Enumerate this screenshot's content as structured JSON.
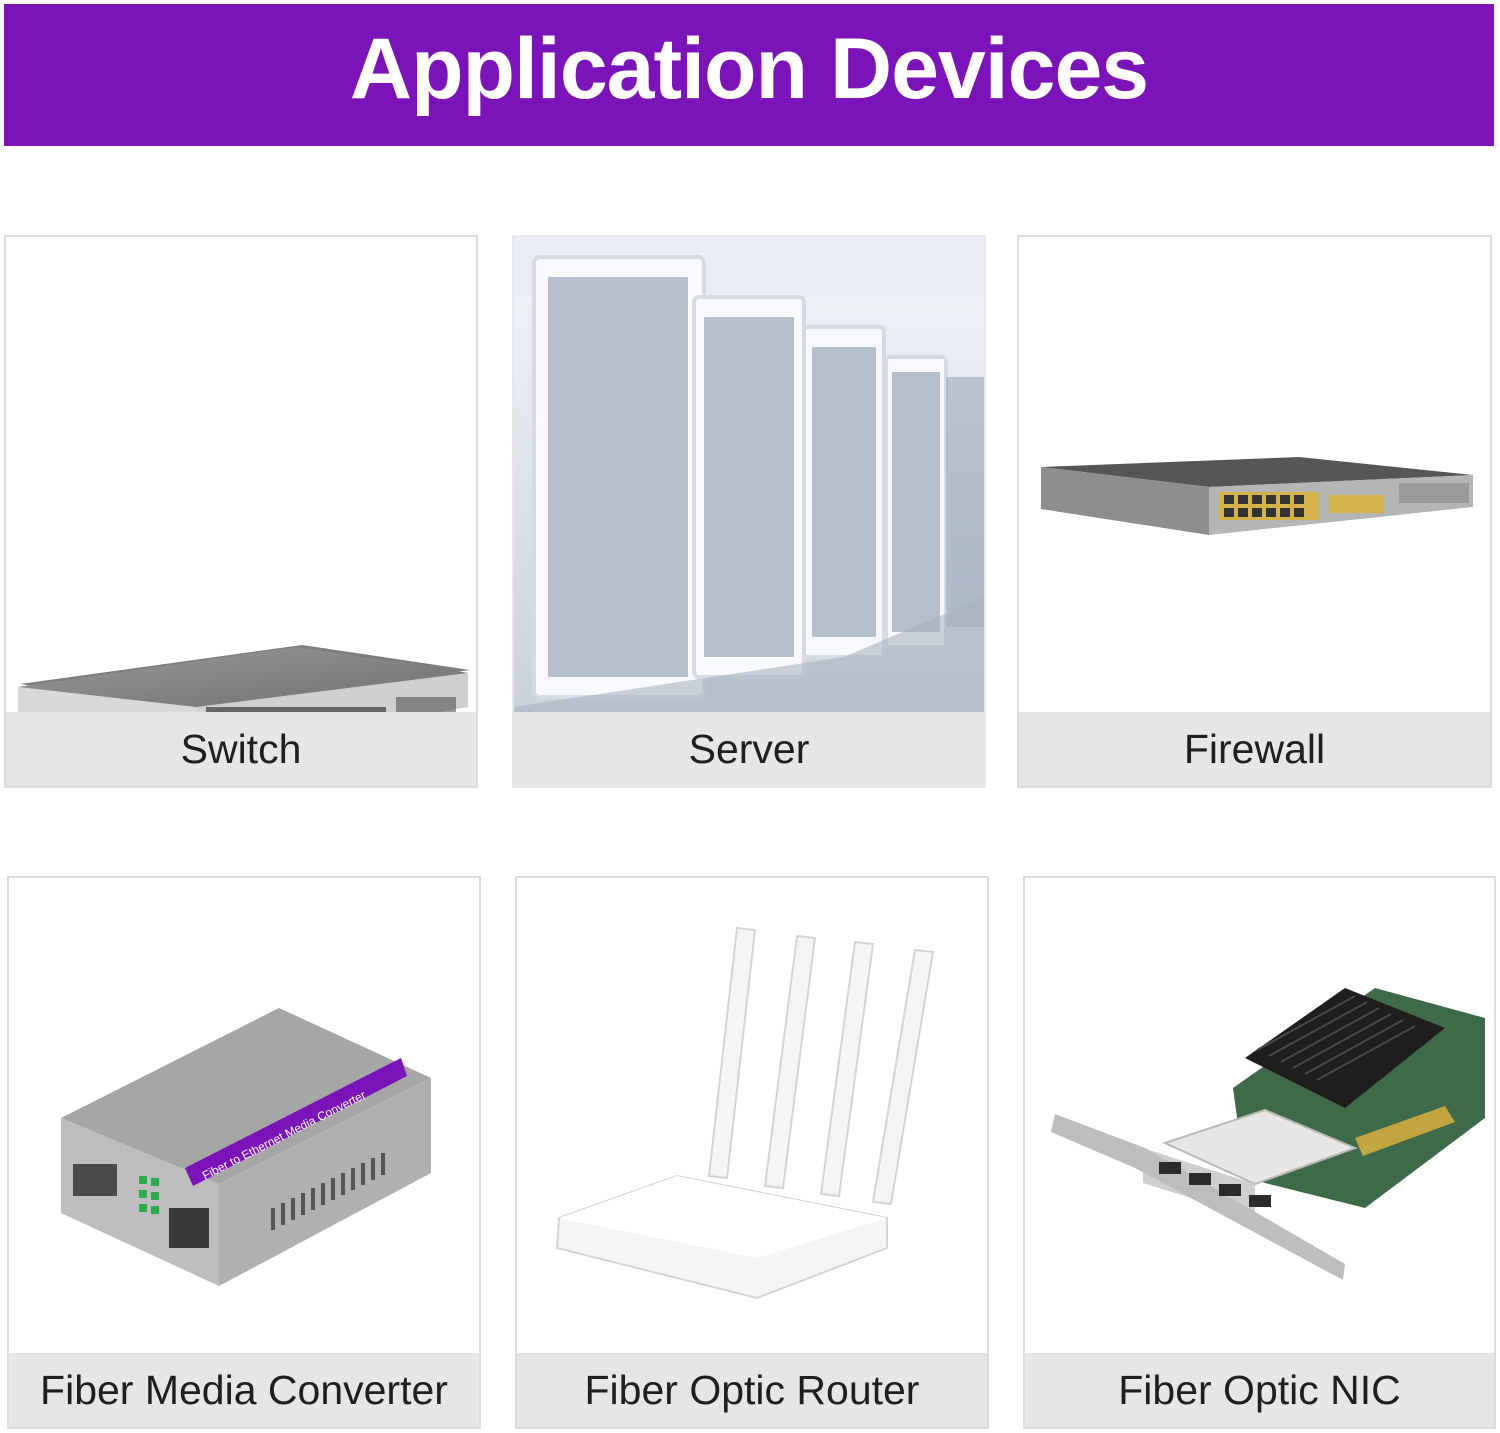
{
  "page": {
    "title": "Application Devices",
    "colors": {
      "banner": "#7a14b8",
      "label_bar": "#e6e6e6",
      "card_border": "#dcdcdc"
    }
  },
  "devices": [
    {
      "label": "Switch",
      "icon": "network-switch-image"
    },
    {
      "label": "Server",
      "icon": "server-rack-image"
    },
    {
      "label": "Firewall",
      "icon": "firewall-appliance-image"
    },
    {
      "label": "Fiber Media Converter",
      "icon": "media-converter-image",
      "product_text": "Fiber to Ethernet Media Converter"
    },
    {
      "label": "Fiber Optic Router",
      "icon": "wifi-router-image"
    },
    {
      "label": "Fiber Optic NIC",
      "icon": "network-card-image"
    }
  ]
}
